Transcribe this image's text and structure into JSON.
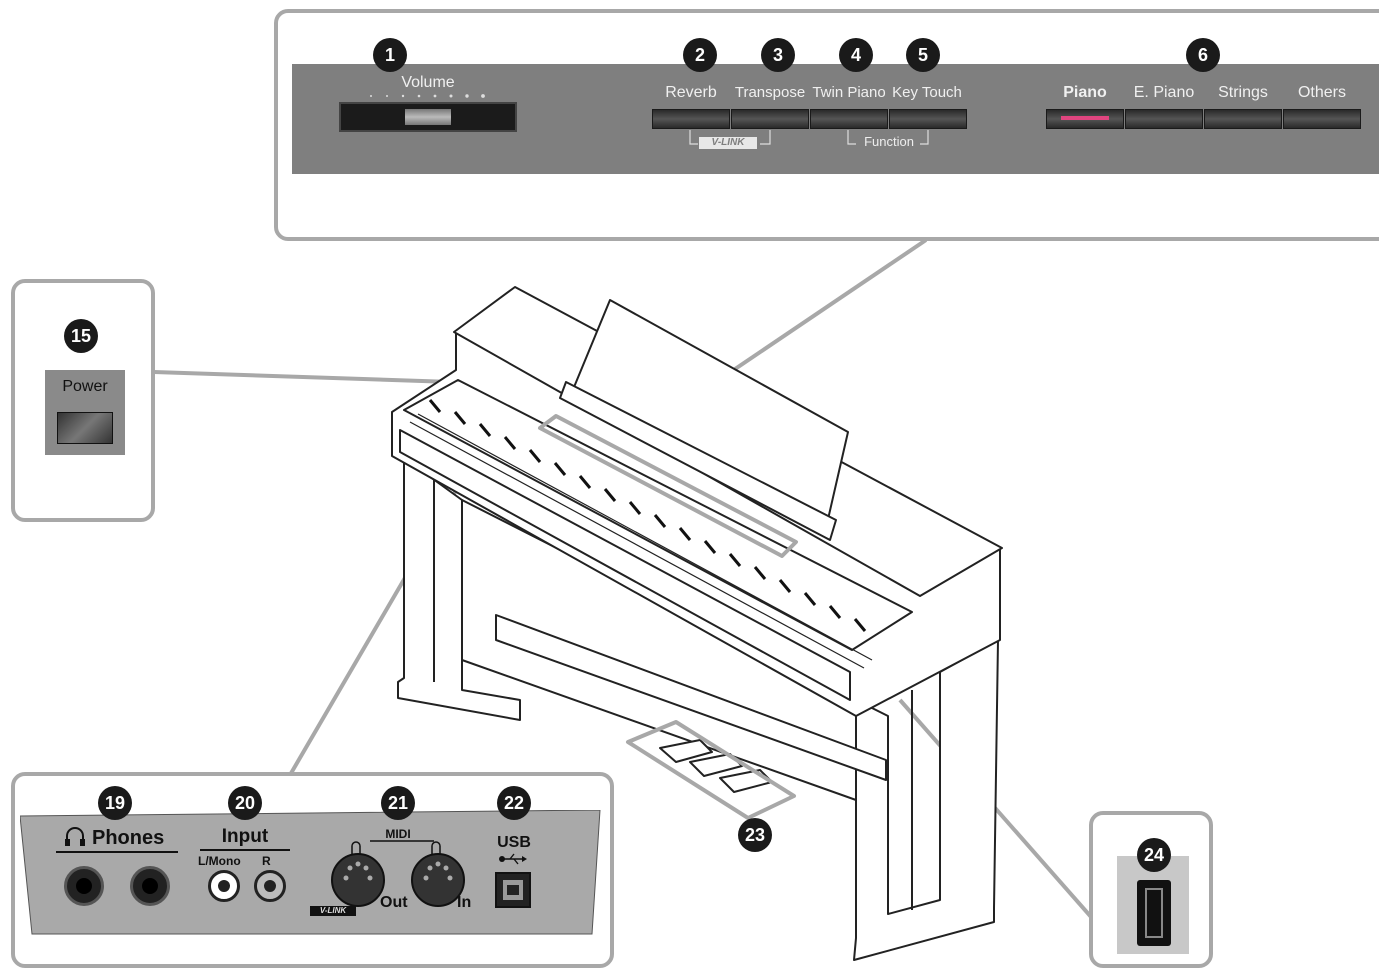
{
  "callouts": {
    "c1": "1",
    "c2": "2",
    "c3": "3",
    "c4": "4",
    "c5": "5",
    "c6": "6",
    "c15": "15",
    "c19": "19",
    "c20": "20",
    "c21": "21",
    "c22": "22",
    "c23": "23",
    "c24": "24"
  },
  "panel": {
    "volume": "Volume",
    "reverb": "Reverb",
    "transpose": "Transpose",
    "twin_piano": "Twin Piano",
    "key_touch": "Key Touch",
    "piano": "Piano",
    "e_piano": "E. Piano",
    "strings": "Strings",
    "others": "Others",
    "vlink": "V-LINK",
    "function": "Function"
  },
  "power": {
    "label": "Power"
  },
  "jacks": {
    "phones": "Phones",
    "input": "Input",
    "l_mono": "L/Mono",
    "r": "R",
    "midi": "MIDI",
    "out": "Out",
    "in": "In",
    "usb": "USB",
    "vlink": "V-LINK"
  },
  "colors": {
    "panel": "#7f7f7f",
    "border": "#a8a8a8",
    "badge": "#1a1a1a",
    "piano_led": "#e0457f"
  }
}
